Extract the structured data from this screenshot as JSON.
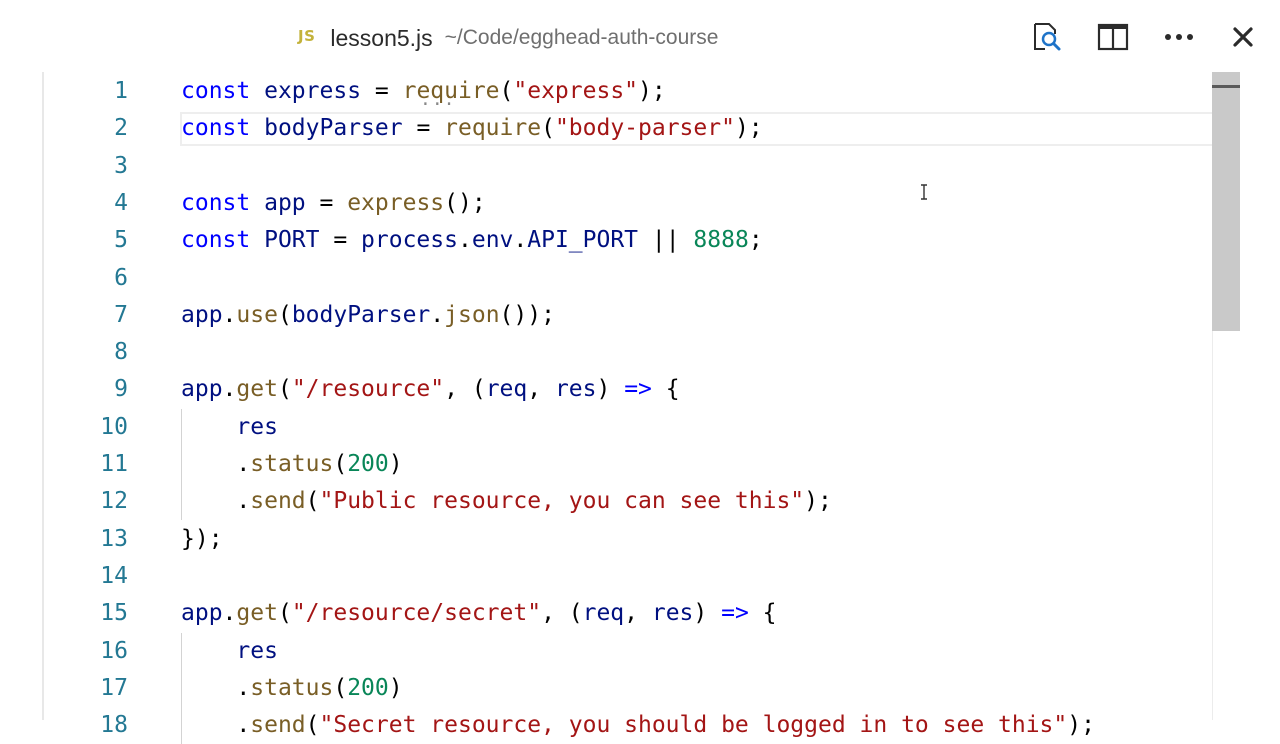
{
  "titlebar": {
    "badge": "JS",
    "filename": "lesson5.js",
    "path": "~/Code/egghead-auth-course",
    "actions": [
      {
        "name": "open-preview-button",
        "icon": "search-preview-icon"
      },
      {
        "name": "split-editor-button",
        "icon": "split-editor-icon"
      },
      {
        "name": "more-actions-button",
        "icon": "ellipsis-icon"
      },
      {
        "name": "close-editor-button",
        "icon": "close-icon"
      }
    ]
  },
  "colors": {
    "keyword": "#0000ff",
    "variable": "#001080",
    "function": "#795e26",
    "string": "#a31515",
    "number": "#098658",
    "line_number": "#237893",
    "js_badge": "#c3b23a"
  },
  "editor": {
    "current_line": 2,
    "lines": [
      {
        "n": "1",
        "indent": 0,
        "tokens": [
          [
            "kw",
            "const"
          ],
          [
            "p",
            " "
          ],
          [
            "var",
            "express"
          ],
          [
            "p",
            " = "
          ],
          [
            "fn",
            "require"
          ],
          [
            "p",
            "("
          ],
          [
            "str",
            "\"express\""
          ],
          [
            "p",
            ");"
          ]
        ]
      },
      {
        "n": "2",
        "indent": 0,
        "tokens": [
          [
            "kw",
            "const"
          ],
          [
            "p",
            " "
          ],
          [
            "var",
            "bodyParser"
          ],
          [
            "p",
            " = "
          ],
          [
            "fn",
            "require"
          ],
          [
            "p",
            "("
          ],
          [
            "str",
            "\"body-parser\""
          ],
          [
            "p",
            ");"
          ]
        ]
      },
      {
        "n": "3",
        "indent": 0,
        "tokens": []
      },
      {
        "n": "4",
        "indent": 0,
        "tokens": [
          [
            "kw",
            "const"
          ],
          [
            "p",
            " "
          ],
          [
            "var",
            "app"
          ],
          [
            "p",
            " = "
          ],
          [
            "fn",
            "express"
          ],
          [
            "p",
            "();"
          ]
        ]
      },
      {
        "n": "5",
        "indent": 0,
        "tokens": [
          [
            "kw",
            "const"
          ],
          [
            "p",
            " "
          ],
          [
            "var",
            "PORT"
          ],
          [
            "p",
            " = "
          ],
          [
            "var",
            "process"
          ],
          [
            "p",
            "."
          ],
          [
            "var",
            "env"
          ],
          [
            "p",
            "."
          ],
          [
            "var",
            "API_PORT"
          ],
          [
            "p",
            " || "
          ],
          [
            "num",
            "8888"
          ],
          [
            "p",
            ";"
          ]
        ]
      },
      {
        "n": "6",
        "indent": 0,
        "tokens": []
      },
      {
        "n": "7",
        "indent": 0,
        "tokens": [
          [
            "var",
            "app"
          ],
          [
            "p",
            "."
          ],
          [
            "fn",
            "use"
          ],
          [
            "p",
            "("
          ],
          [
            "var",
            "bodyParser"
          ],
          [
            "p",
            "."
          ],
          [
            "fn",
            "json"
          ],
          [
            "p",
            "());"
          ]
        ]
      },
      {
        "n": "8",
        "indent": 0,
        "tokens": []
      },
      {
        "n": "9",
        "indent": 0,
        "tokens": [
          [
            "var",
            "app"
          ],
          [
            "p",
            "."
          ],
          [
            "fn",
            "get"
          ],
          [
            "p",
            "("
          ],
          [
            "str",
            "\"/resource\""
          ],
          [
            "p",
            ", ("
          ],
          [
            "var",
            "req"
          ],
          [
            "p",
            ", "
          ],
          [
            "var",
            "res"
          ],
          [
            "p",
            ") "
          ],
          [
            "kw",
            "=>"
          ],
          [
            "p",
            " {"
          ]
        ]
      },
      {
        "n": "10",
        "indent": 1,
        "tokens": [
          [
            "p",
            "    "
          ],
          [
            "var",
            "res"
          ]
        ]
      },
      {
        "n": "11",
        "indent": 1,
        "tokens": [
          [
            "p",
            "    ."
          ],
          [
            "fn",
            "status"
          ],
          [
            "p",
            "("
          ],
          [
            "num",
            "200"
          ],
          [
            "p",
            ")"
          ]
        ]
      },
      {
        "n": "12",
        "indent": 1,
        "tokens": [
          [
            "p",
            "    ."
          ],
          [
            "fn",
            "send"
          ],
          [
            "p",
            "("
          ],
          [
            "str",
            "\"Public resource, you can see this\""
          ],
          [
            "p",
            ");"
          ]
        ]
      },
      {
        "n": "13",
        "indent": 0,
        "tokens": [
          [
            "p",
            "});"
          ]
        ]
      },
      {
        "n": "14",
        "indent": 0,
        "tokens": []
      },
      {
        "n": "15",
        "indent": 0,
        "tokens": [
          [
            "var",
            "app"
          ],
          [
            "p",
            "."
          ],
          [
            "fn",
            "get"
          ],
          [
            "p",
            "("
          ],
          [
            "str",
            "\"/resource/secret\""
          ],
          [
            "p",
            ", ("
          ],
          [
            "var",
            "req"
          ],
          [
            "p",
            ", "
          ],
          [
            "var",
            "res"
          ],
          [
            "p",
            ") "
          ],
          [
            "kw",
            "=>"
          ],
          [
            "p",
            " {"
          ]
        ]
      },
      {
        "n": "16",
        "indent": 1,
        "tokens": [
          [
            "p",
            "    "
          ],
          [
            "var",
            "res"
          ]
        ]
      },
      {
        "n": "17",
        "indent": 1,
        "tokens": [
          [
            "p",
            "    ."
          ],
          [
            "fn",
            "status"
          ],
          [
            "p",
            "("
          ],
          [
            "num",
            "200"
          ],
          [
            "p",
            ")"
          ]
        ]
      },
      {
        "n": "18",
        "indent": 1,
        "tokens": [
          [
            "p",
            "    ."
          ],
          [
            "fn",
            "send"
          ],
          [
            "p",
            "("
          ],
          [
            "str",
            "\"Secret resource, you should be logged in to see this\""
          ],
          [
            "p",
            ");"
          ]
        ]
      }
    ]
  },
  "scrollbar": {
    "thumb_fraction": 0.4
  }
}
